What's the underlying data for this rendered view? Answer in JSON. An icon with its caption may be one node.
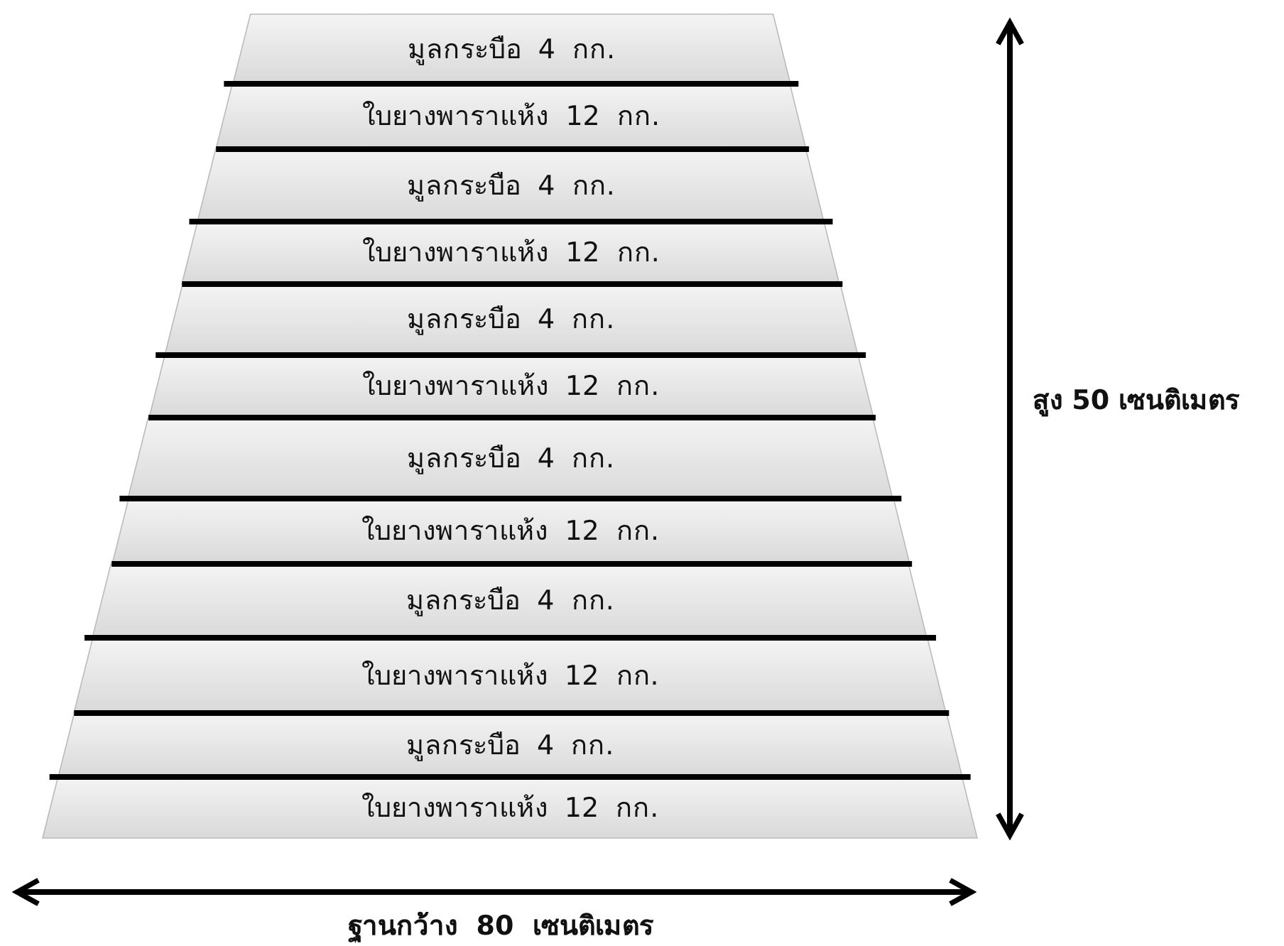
{
  "diagram": {
    "nodes": [
      {
        "text": [
          "มูลกระบือ  4  กก."
        ]
      },
      {
        "text": [
          "ใบยางพาราแห้ง  12  กก."
        ]
      },
      {
        "text": [
          "มูลกระบือ  4  กก."
        ]
      },
      {
        "text": [
          "ใบยางพาราแห้ง  12  กก."
        ]
      },
      {
        "text": [
          "มูลกระบือ  4  กก."
        ]
      },
      {
        "text": [
          "ใบยางพาราแห้ง  12  กก."
        ]
      },
      {
        "text": [
          "มูลกระบือ  4  กก."
        ]
      },
      {
        "text": [
          "ใบยางพาราแห้ง  12  กก."
        ]
      },
      {
        "text": [
          "มูลกระบือ  4  กก."
        ]
      },
      {
        "text": [
          "ใบยางพาราแห้ง  12  กก."
        ]
      },
      {
        "text": [
          "มูลกระบือ  4  กก."
        ]
      },
      {
        "text": [
          "ใบยางพาราแห้ง  12  กก."
        ]
      }
    ],
    "labels": [
      "สูง 50 เซนติเมตร",
      "ฐานกว้าง  80  เซนติเมตร"
    ]
  }
}
